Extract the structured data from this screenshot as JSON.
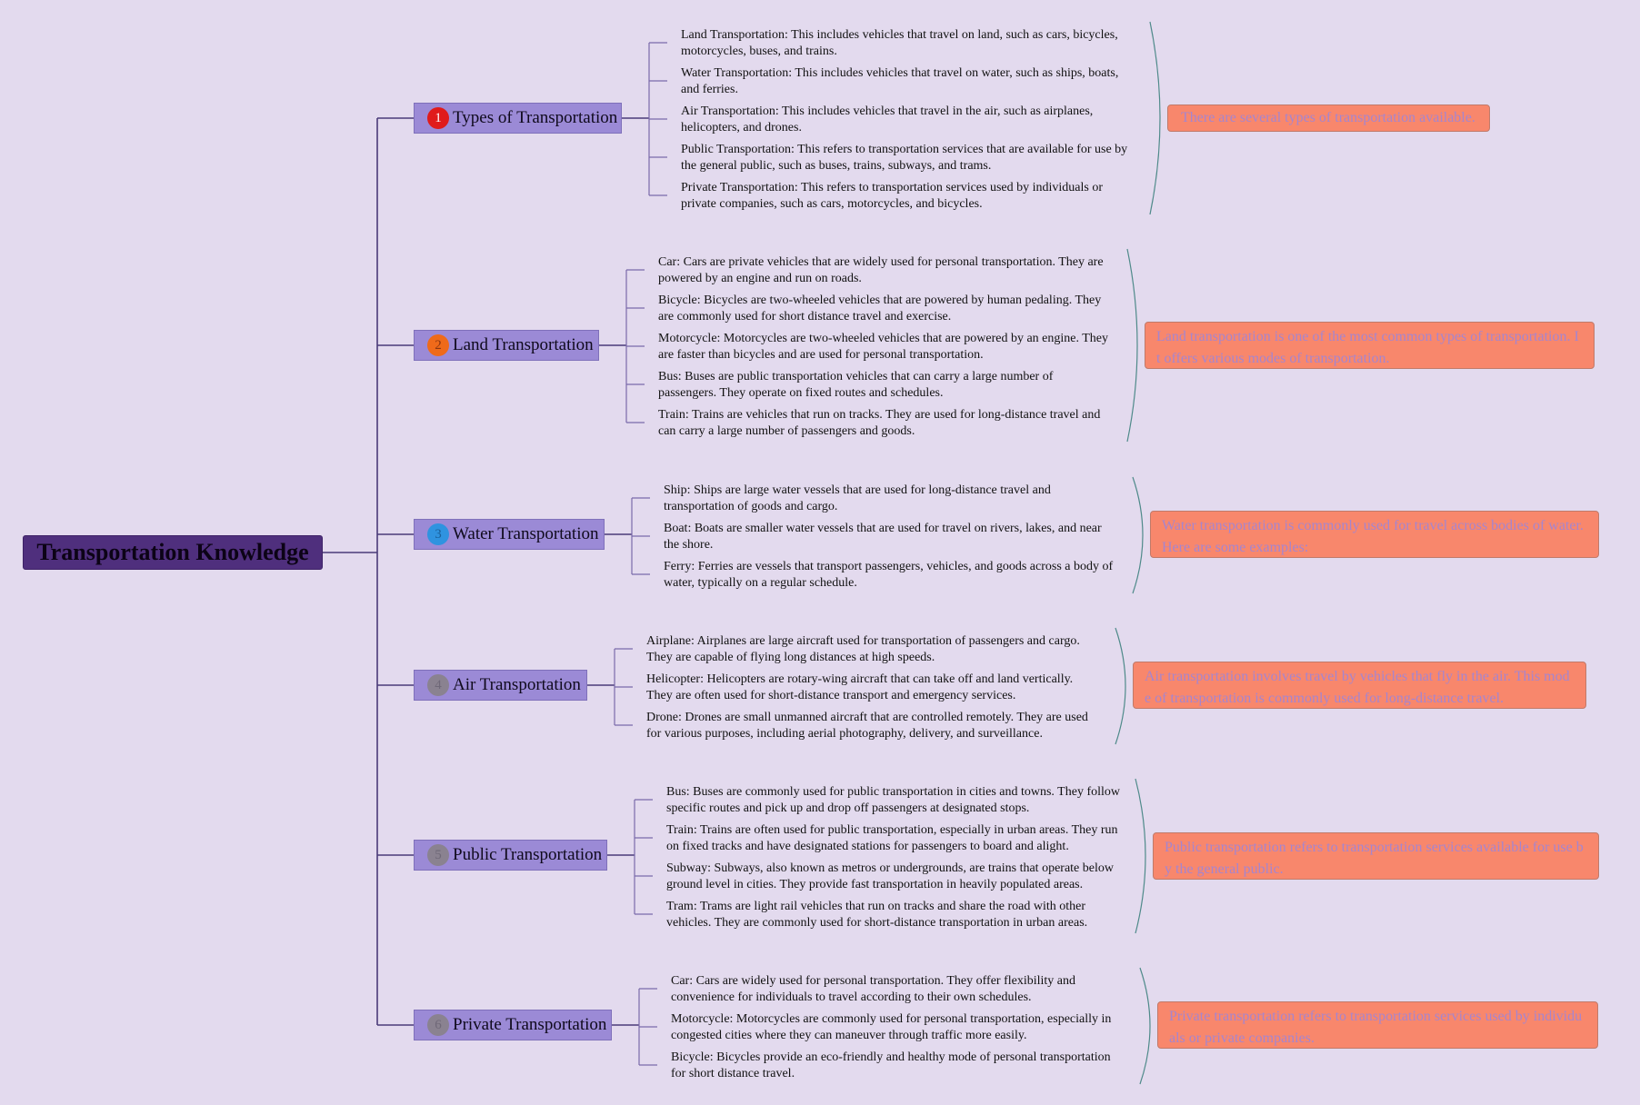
{
  "colors": {
    "background": "#e3daee",
    "root_fill": "#4f2f7d",
    "branch_fill": "#9b8ad6",
    "summary_fill": "#f8876c",
    "summary_text": "#a585cf",
    "connector": "#4a3a78",
    "leaf_connector": "#7a6aaa",
    "summary_arc": "#4f8a8a"
  },
  "root": {
    "label": "Transportation Knowledge"
  },
  "branches": [
    {
      "label": "Types of Transportation",
      "badge": "1",
      "badge_color": "#e01b1b",
      "badge_text_color": "#ffffff",
      "items": [
        "Land Transportation: This includes vehicles that travel on land, such as cars, bicycles, motorcycles, buses, and trains.",
        "Water Transportation: This includes vehicles that travel on water, such as ships, boats, and ferries.",
        "Air Transportation: This includes vehicles that travel in the air, such as airplanes, helicopters, and drones.",
        "Public Transportation: This refers to transportation services that are available for use by the general public, such as buses, trains, subways, and trams.",
        "Private Transportation: This refers to transportation services used by individuals or private companies, such as cars, motorcycles, and bicycles."
      ],
      "summary": "There are several types of transportation available."
    },
    {
      "label": "Land Transportation",
      "badge": "2",
      "badge_color": "#ef6a1a",
      "badge_text_color": "#8a3510",
      "items": [
        "Car: Cars are private vehicles that are widely used for personal transportation. They are powered by an engine and run on roads.",
        "Bicycle: Bicycles are two-wheeled vehicles that are powered by human pedaling. They are commonly used for short distance travel and exercise.",
        "Motorcycle: Motorcycles are two-wheeled vehicles that are powered by an engine. They are faster than bicycles and are used for personal transportation.",
        "Bus: Buses are public transportation vehicles that can carry a large number of passengers. They operate on fixed routes and schedules.",
        "Train: Trains are vehicles that run on tracks. They are used for long-distance travel and can carry a large number of passengers and goods."
      ],
      "summary": "Land transportation is one of the most common types of transportation. It offers various modes of transportation."
    },
    {
      "label": "Water Transportation",
      "badge": "3",
      "badge_color": "#2f93e0",
      "badge_text_color": "#1a5f9a",
      "items": [
        "Ship: Ships are large water vessels that are used for long-distance travel and transportation of goods and cargo.",
        "Boat: Boats are smaller water vessels that are used for travel on rivers, lakes, and near the shore.",
        "Ferry: Ferries are vessels that transport passengers, vehicles, and goods across a body of water, typically on a regular schedule."
      ],
      "summary": "Water transportation is commonly used for travel across bodies of water. Here are some examples:"
    },
    {
      "label": "Air Transportation",
      "badge": "4",
      "badge_color": "#8a8290",
      "badge_text_color": "#6f6878",
      "items": [
        "Airplane: Airplanes are large aircraft used for transportation of passengers and cargo. They are capable of flying long distances at high speeds.",
        "Helicopter: Helicopters are rotary-wing aircraft that can take off and land vertically. They are often used for short-distance transport and emergency services.",
        "Drone: Drones are small unmanned aircraft that are controlled remotely. They are used for various purposes, including aerial photography, delivery, and surveillance."
      ],
      "summary": "Air transportation involves travel by vehicles that fly in the air. This mode of transportation is commonly used for long-distance travel."
    },
    {
      "label": "Public Transportation",
      "badge": "5",
      "badge_color": "#8a8290",
      "badge_text_color": "#6f6878",
      "items": [
        "Bus: Buses are commonly used for public transportation in cities and towns. They follow specific routes and pick up and drop off passengers at designated stops.",
        "Train: Trains are often used for public transportation, especially in urban areas. They run on fixed tracks and have designated stations for passengers to board and alight.",
        "Subway: Subways, also known as metros or undergrounds, are trains that operate below ground level in cities. They provide fast transportation in heavily populated areas.",
        "Tram: Trams are light rail vehicles that run on tracks and share the road with other vehicles. They are commonly used for short-distance transportation in urban areas."
      ],
      "summary": "Public transportation refers to transportation services available for use by the general public."
    },
    {
      "label": "Private Transportation",
      "badge": "6",
      "badge_color": "#8a8290",
      "badge_text_color": "#6f6878",
      "items": [
        "Car: Cars are widely used for personal transportation. They offer flexibility and convenience for individuals to travel according to their own schedules.",
        "Motorcycle: Motorcycles are commonly used for personal transportation, especially in congested cities where they can maneuver through traffic more easily.",
        "Bicycle: Bicycles provide an eco-friendly and healthy mode of personal transportation for short distance travel."
      ],
      "summary": "Private transportation refers to transportation services used by individuals or private companies."
    }
  ]
}
